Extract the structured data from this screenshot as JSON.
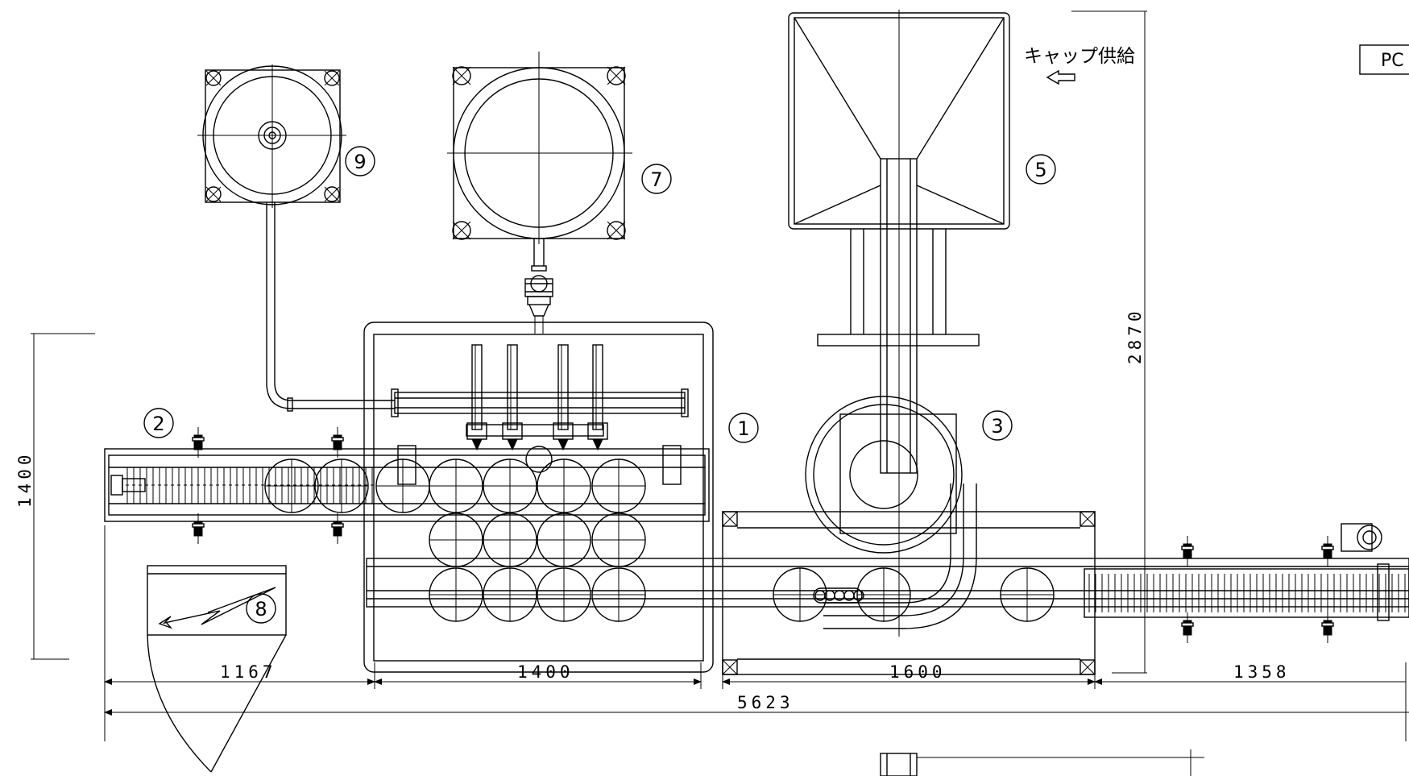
{
  "labels": {
    "cap_supply": "キャップ供給",
    "unit_code": "PC"
  },
  "markers": {
    "m1": "1",
    "m2": "2",
    "m3": "3",
    "m5": "5",
    "m7": "7",
    "m8": "8",
    "m9": "9"
  },
  "dimensions": {
    "left_section": "1167",
    "filler_section": "1400",
    "capper_section": "1600",
    "right_section": "1358",
    "overall_length": "5623",
    "overall_depth": "1400",
    "height": "2870"
  }
}
